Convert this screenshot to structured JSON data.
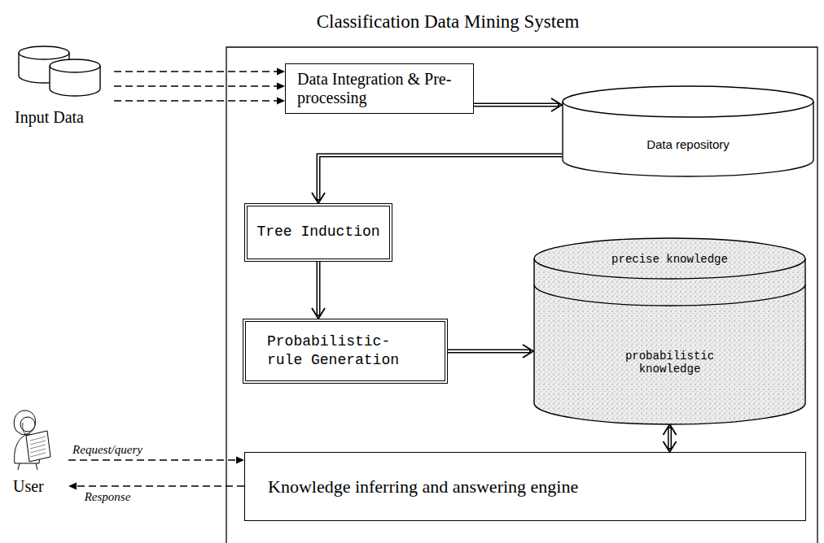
{
  "diagram": {
    "title": "Classification Data Mining System",
    "nodes": [
      {
        "text": [
          "Input Data"
        ]
      },
      {
        "text": [
          "Data Integration & Pre-processing"
        ]
      },
      {
        "text": [
          "Data repository"
        ]
      },
      {
        "text": [
          "Tree Induction"
        ]
      },
      {
        "text": [
          "Probabilistic-rule Generation"
        ]
      },
      {
        "text": [
          "precise knowledge",
          "probabilistic knowledge"
        ]
      },
      {
        "text": [
          "Knowledge inferring and answering engine"
        ]
      },
      {
        "text": [
          "User"
        ]
      }
    ],
    "edges": [
      {
        "from": 0,
        "to": 1,
        "arrow": "to"
      },
      {
        "from": 0,
        "to": 1,
        "arrow": "to"
      },
      {
        "from": 0,
        "to": 1,
        "arrow": "to"
      },
      {
        "from": 1,
        "to": 2,
        "arrow": "to"
      },
      {
        "from": 2,
        "to": 3,
        "arrow": "to"
      },
      {
        "from": 3,
        "to": 4,
        "arrow": "to"
      },
      {
        "from": 4,
        "to": 5,
        "arrow": "to"
      },
      {
        "from": 5,
        "to": 6,
        "arrow": "both"
      },
      {
        "from": 7,
        "to": 6,
        "label": "Request/query",
        "arrow": "to"
      },
      {
        "from": 6,
        "to": 7,
        "label": "Response",
        "arrow": "to"
      }
    ]
  }
}
